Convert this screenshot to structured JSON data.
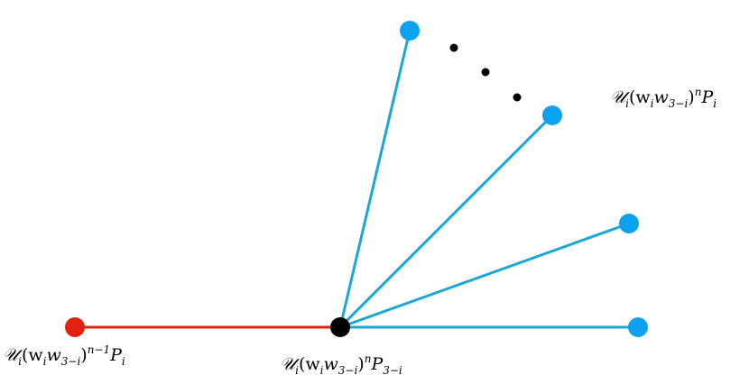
{
  "colors": {
    "background": "#ffffff",
    "edge_blue": "#1aa7d6",
    "edge_red": "#e3210f",
    "node_blue": "#0da2f0",
    "node_red": "#e3210f",
    "node_black": "#000000",
    "dots": "#000000"
  },
  "labels": {
    "left_node": {
      "script_u": "𝒰",
      "sub_i": "i",
      "body": "(w",
      "sub_i2": "i",
      "w": "w",
      "sub_3mi": "3−i",
      "close": ")",
      "exp": "n−1",
      "P": "P",
      "sub_P": "i"
    },
    "center_node": {
      "script_u": "𝒰",
      "sub_i": "i",
      "body": "(w",
      "sub_i2": "i",
      "w": "w",
      "sub_3mi": "3−i",
      "close": ")",
      "exp": "n",
      "P": "P",
      "sub_P": "3−i"
    },
    "fan_nodes": {
      "script_u": "𝒰",
      "sub_i": "i",
      "body": "(w",
      "sub_i2": "i",
      "w": "w",
      "sub_3mi": "3−i",
      "close": ")",
      "exp": "n",
      "P": "P",
      "sub_P": "i"
    }
  },
  "nodes": [
    {
      "id": "left",
      "color_key": "node_red"
    },
    {
      "id": "center",
      "color_key": "node_black"
    },
    {
      "id": "fan-1",
      "color_key": "node_blue"
    },
    {
      "id": "fan-2",
      "color_key": "node_blue"
    },
    {
      "id": "fan-3",
      "color_key": "node_blue"
    },
    {
      "id": "fan-4",
      "color_key": "node_blue"
    }
  ],
  "edges": [
    {
      "from": "left",
      "to": "center",
      "color_key": "edge_red"
    },
    {
      "from": "center",
      "to": "fan-1",
      "color_key": "edge_blue"
    },
    {
      "from": "center",
      "to": "fan-2",
      "color_key": "edge_blue"
    },
    {
      "from": "center",
      "to": "fan-3",
      "color_key": "edge_blue"
    },
    {
      "from": "center",
      "to": "fan-4",
      "color_key": "edge_blue"
    }
  ],
  "ellipsis": {
    "count": 3
  }
}
